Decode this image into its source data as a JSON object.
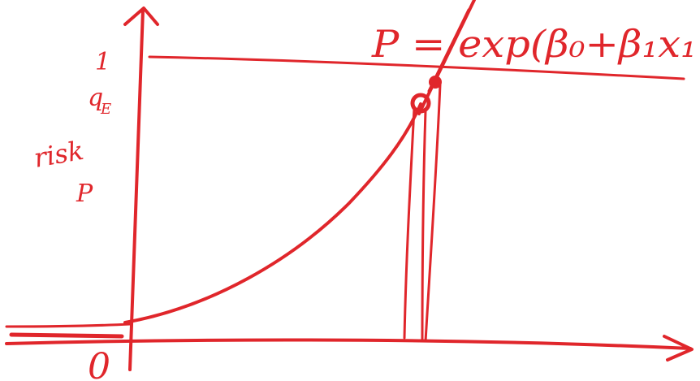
{
  "colors": {
    "ink": "#e0262b",
    "background": "#ffffff"
  },
  "labels": {
    "equation": "P = exp(β₀+β₁x₁",
    "y_one": "1",
    "y_q": "q",
    "y_q_sub": "E",
    "risk": "risk",
    "risk_symbol": "P",
    "origin": "0"
  }
}
